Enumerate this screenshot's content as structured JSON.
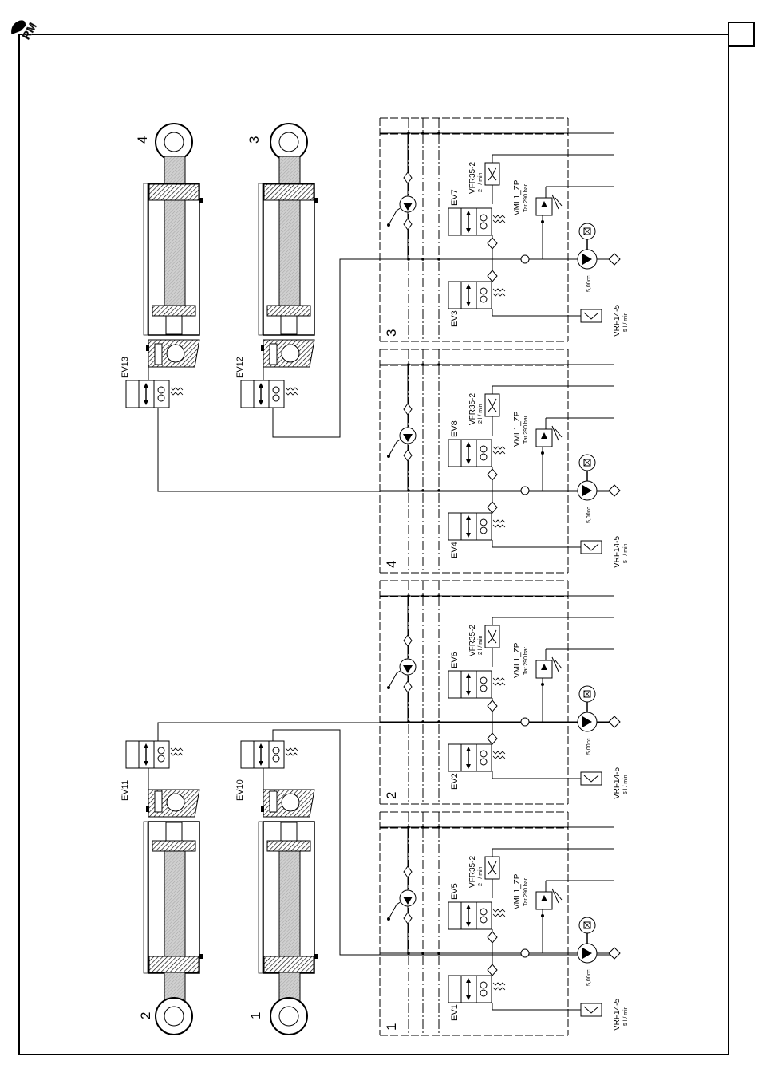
{
  "logo": {
    "text": "RM"
  },
  "cylinders": [
    {
      "number": "4",
      "valve": "EV13"
    },
    {
      "number": "3",
      "valve": "EV12"
    },
    {
      "number": "2",
      "valve": "EV11"
    },
    {
      "number": "1",
      "valve": "EV10"
    }
  ],
  "modules": [
    {
      "number": "3",
      "upper_valve": "EV7",
      "lower_valve": "EV3",
      "flow_regulator": "VFR35-2",
      "flow_regulator_rate": "2 l / min",
      "max_valve": "VML1_ZP",
      "max_valve_setting": "Tar.290 bar",
      "pump_displacement": "5,00cc",
      "restrictor": "VRF14-5",
      "restrictor_rate": "5 l / min"
    },
    {
      "number": "4",
      "upper_valve": "EV8",
      "lower_valve": "EV4",
      "flow_regulator": "VFR35-2",
      "flow_regulator_rate": "2 l / min",
      "max_valve": "VML1_ZP",
      "max_valve_setting": "Tar.290 bar",
      "pump_displacement": "5,00cc",
      "restrictor": "VRF14-5",
      "restrictor_rate": "5 l / min"
    },
    {
      "number": "2",
      "upper_valve": "EV6",
      "lower_valve": "EV2",
      "flow_regulator": "VFR35-2",
      "flow_regulator_rate": "2 l / min",
      "max_valve": "VML1_ZP",
      "max_valve_setting": "Tar.290 bar",
      "pump_displacement": "5,00cc",
      "restrictor": "VRF14-5",
      "restrictor_rate": "5 l / min"
    },
    {
      "number": "1",
      "upper_valve": "EV5",
      "lower_valve": "EV1",
      "flow_regulator": "VFR35-2",
      "flow_regulator_rate": "2 l / min",
      "max_valve": "VML1_ZP",
      "max_valve_setting": "Tar.290 bar",
      "pump_displacement": "5,00cc",
      "restrictor": "VRF14-5",
      "restrictor_rate": "5 l / min"
    }
  ]
}
